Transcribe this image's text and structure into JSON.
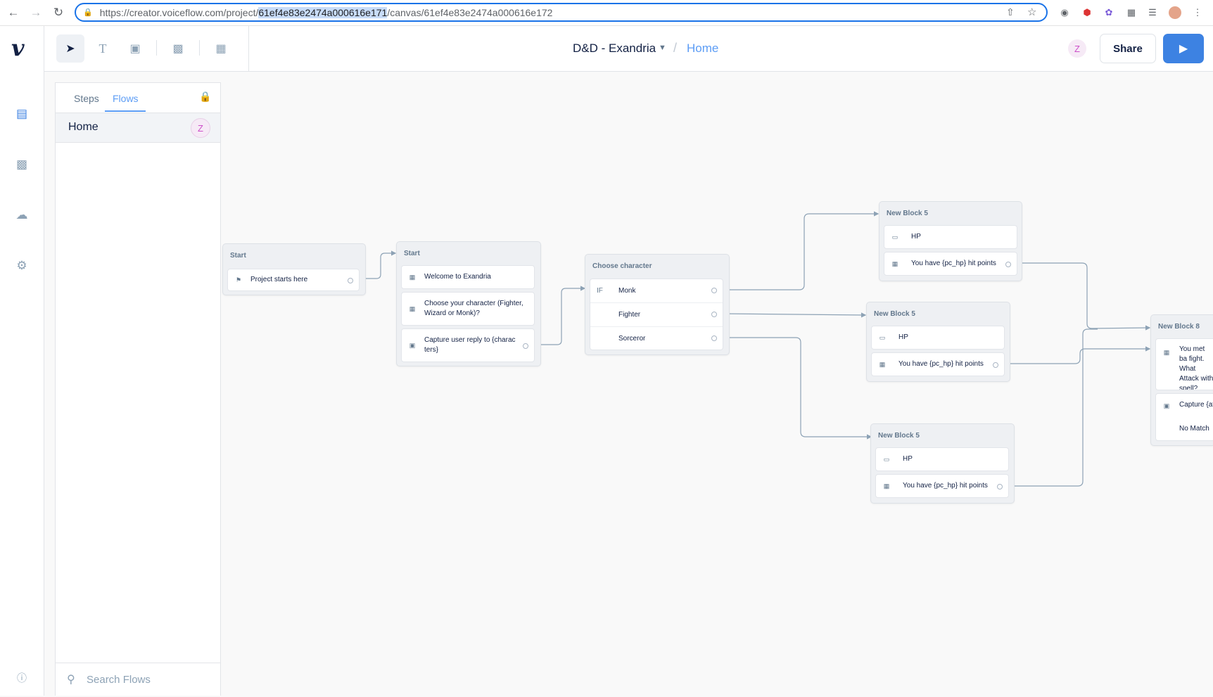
{
  "browser": {
    "url_prefix": "https://creator.voiceflow.com/project/",
    "url_selected": "61ef4e83e2474a000616e171",
    "url_suffix": "/canvas/61ef4e83e2474a000616e172"
  },
  "header": {
    "logo": "v",
    "project_title": "D&D - Exandria",
    "breadcrumb_separator": "/",
    "breadcrumb_current": "Home",
    "avatar_initial": "Z",
    "share_label": "Share"
  },
  "panel": {
    "tabs": [
      "Steps",
      "Flows"
    ],
    "active_tab": "Flows",
    "flows": [
      {
        "label": "Home",
        "avatar": "Z"
      }
    ],
    "search_placeholder": "Search Flows"
  },
  "canvas": {
    "start_block": {
      "title": "Start",
      "step": "Project starts here"
    },
    "block_start2": {
      "title": "Start",
      "steps": [
        "Welcome to Exandria",
        "Choose your character (Fighter, Wizard or Monk)?",
        "Capture user reply to {charac ters}"
      ]
    },
    "choose_block": {
      "title": "Choose character",
      "if_label": "IF",
      "options": [
        "Monk",
        "Fighter",
        "Sorceror"
      ]
    },
    "nb5_a": {
      "title": "New Block 5",
      "steps": [
        "HP",
        "You have {pc_hp} hit points"
      ]
    },
    "nb5_b": {
      "title": "New Block 5",
      "steps": [
        "HP",
        "You have {pc_hp} hit points"
      ]
    },
    "nb5_c": {
      "title": "New Block 5",
      "steps": [
        "HP",
        "You have {pc_hp} hit points"
      ]
    },
    "nb8": {
      "title": "New Block 8",
      "steps": [
        "You met ba fight. What Attack with spell?",
        "Capture {at",
        "No Match"
      ]
    }
  }
}
